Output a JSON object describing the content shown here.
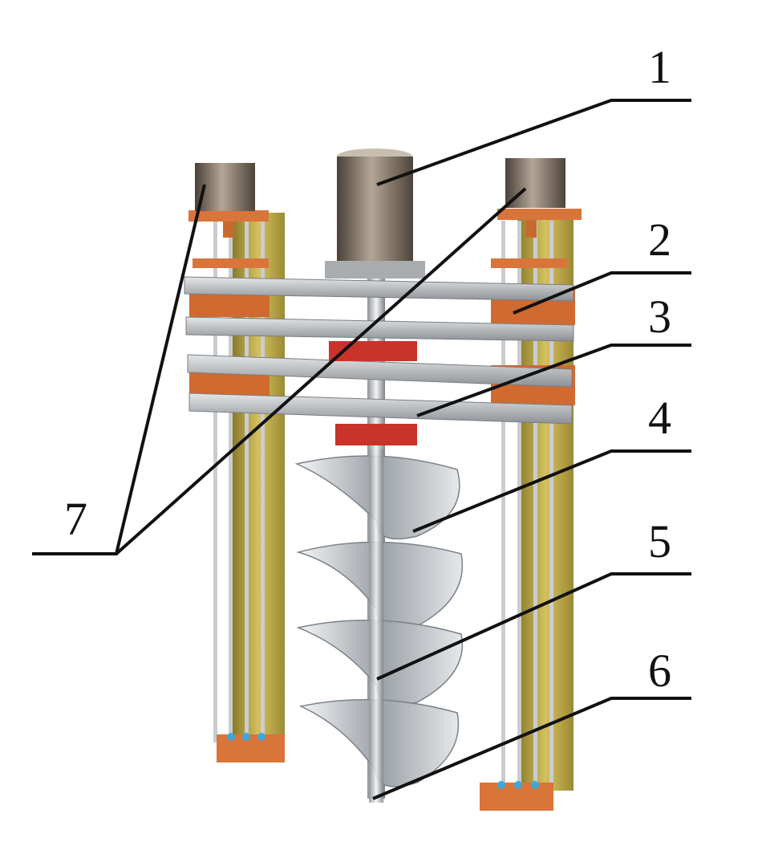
{
  "figure": {
    "labels": [
      "1",
      "2",
      "3",
      "4",
      "5",
      "6",
      "7"
    ]
  },
  "colors": {
    "post": "#c9b24a",
    "orange": "#d9743a",
    "red": "#c8342a",
    "steel": "#b9bcc0",
    "motor": "#6e6256",
    "leader": "#111111"
  }
}
